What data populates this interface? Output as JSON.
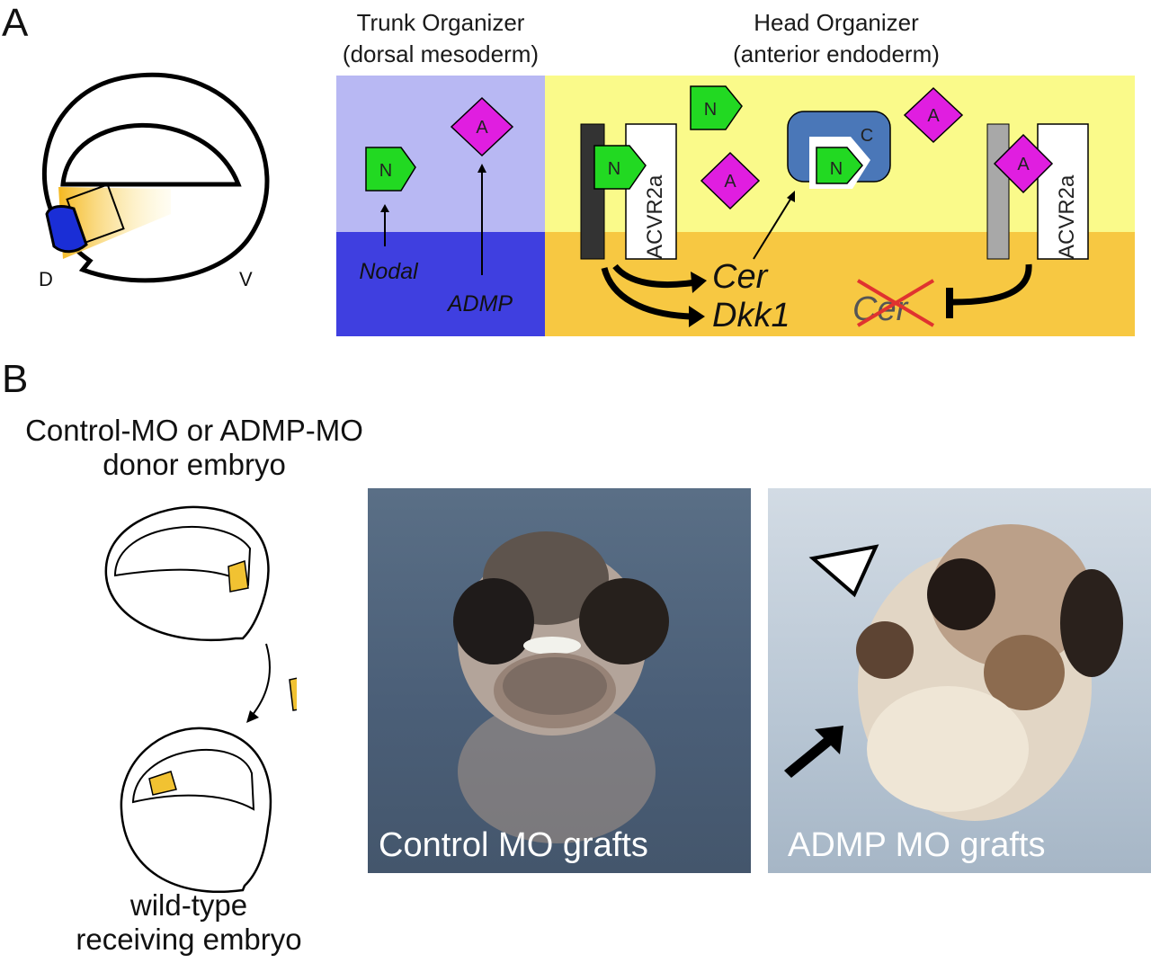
{
  "panelA": {
    "letter": "A",
    "embryo": {
      "dorsal_label": "D",
      "ventral_label": "V"
    },
    "trunk_header": [
      "Trunk Organizer",
      "(dorsal mesoderm)"
    ],
    "head_header": [
      "Head Organizer",
      "(anterior endoderm)"
    ],
    "ligands": {
      "nodal": "N",
      "admp": "A",
      "cerberus": "C"
    },
    "receptor": "ACVR2a",
    "genes": {
      "nodal": "Nodal",
      "admp": "ADMP",
      "cer": "Cer",
      "dkk1": "Dkk1"
    },
    "colors": {
      "trunk_top": "#b8b8f3",
      "trunk_bottom": "#3f3fe0",
      "head_top": "#fafa8a",
      "head_bottom": "#f7c842",
      "nodal": "#22d922",
      "admp": "#e01ee0",
      "cerberus": "#4a77b8",
      "cross": "#e0332f"
    }
  },
  "panelB": {
    "letter": "B",
    "donor_label": [
      "Control-MO or ADMP-MO",
      "donor embryo"
    ],
    "receiver_label": [
      "wild-type",
      "receiving embryo"
    ],
    "photo_control": "Control MO grafts",
    "photo_admp": "ADMP MO grafts",
    "graft_color": "#f1c232"
  }
}
